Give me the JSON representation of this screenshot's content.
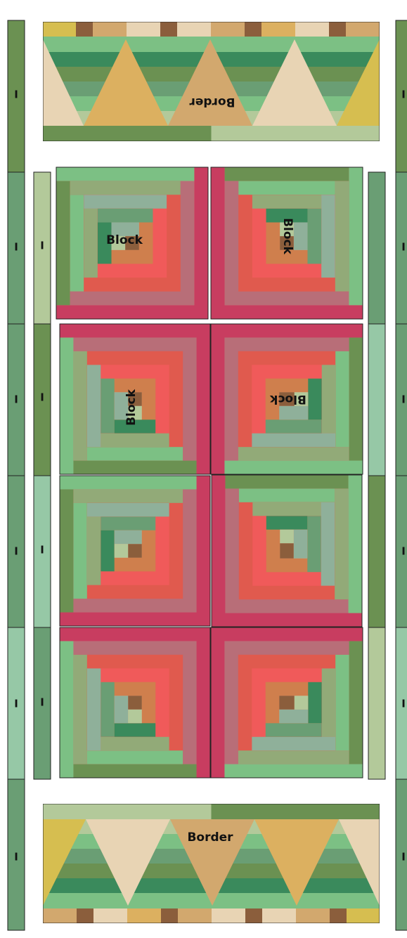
{
  "labels": {
    "border": "Border",
    "block": "Block",
    "strip": "I"
  },
  "colors": {
    "dark_green": "#3a8a5c",
    "olive_green": "#6b9152",
    "mid_green": "#7cc084",
    "sage": "#92aa78",
    "grey_green": "#8fb09a",
    "mint": "#96c8a6",
    "pale_green": "#b3c99a",
    "leaf": "#6a9e74",
    "red": "#e05a4e",
    "coral": "#f05a5a",
    "salmon": "#e08070",
    "orange": "#cf7f4d",
    "mauve": "#b86e78",
    "magenta": "#c83d60",
    "peach": "#e8a080",
    "brown": "#8b5e3c",
    "gold": "#dcb060",
    "tan": "#d2a86e",
    "cream": "#e8d4b4",
    "mustard": "#d6be50"
  }
}
